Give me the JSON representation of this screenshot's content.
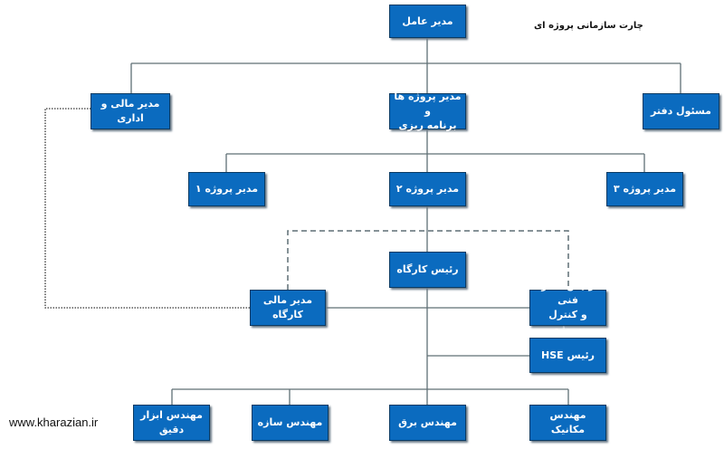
{
  "title": "چارت سازمانی پروژه ای",
  "website": "www.kharazian.ir",
  "colors": {
    "box": "#0b6bbf",
    "line": "#5f6f75"
  },
  "nodes": {
    "ceo": "مدیر عامل",
    "finance_admin": "مدیر مالی و\nاداری",
    "projects_planning": "مدیر پروژه ها و\nبرنامه ریزی",
    "office": "مسئول دفتر",
    "pm1": "مدیر پروژه ۱",
    "pm2": "مدیر پروژه ۲",
    "pm3": "مدیر پروژه ۳",
    "site_head": "رئیس کارگاه",
    "site_finance": "مدیر مالی\nکارگاه",
    "tech_office": "رئیس دفتر فنی\nو کنترل پروژه",
    "hse": "رئیس HSE",
    "instrument_eng": "مهندس ابزار\nدقیق",
    "structural_eng": "مهندس سازه",
    "electrical_eng": "مهندس برق",
    "mechanical_eng": "مهندس\nمکانیک"
  }
}
